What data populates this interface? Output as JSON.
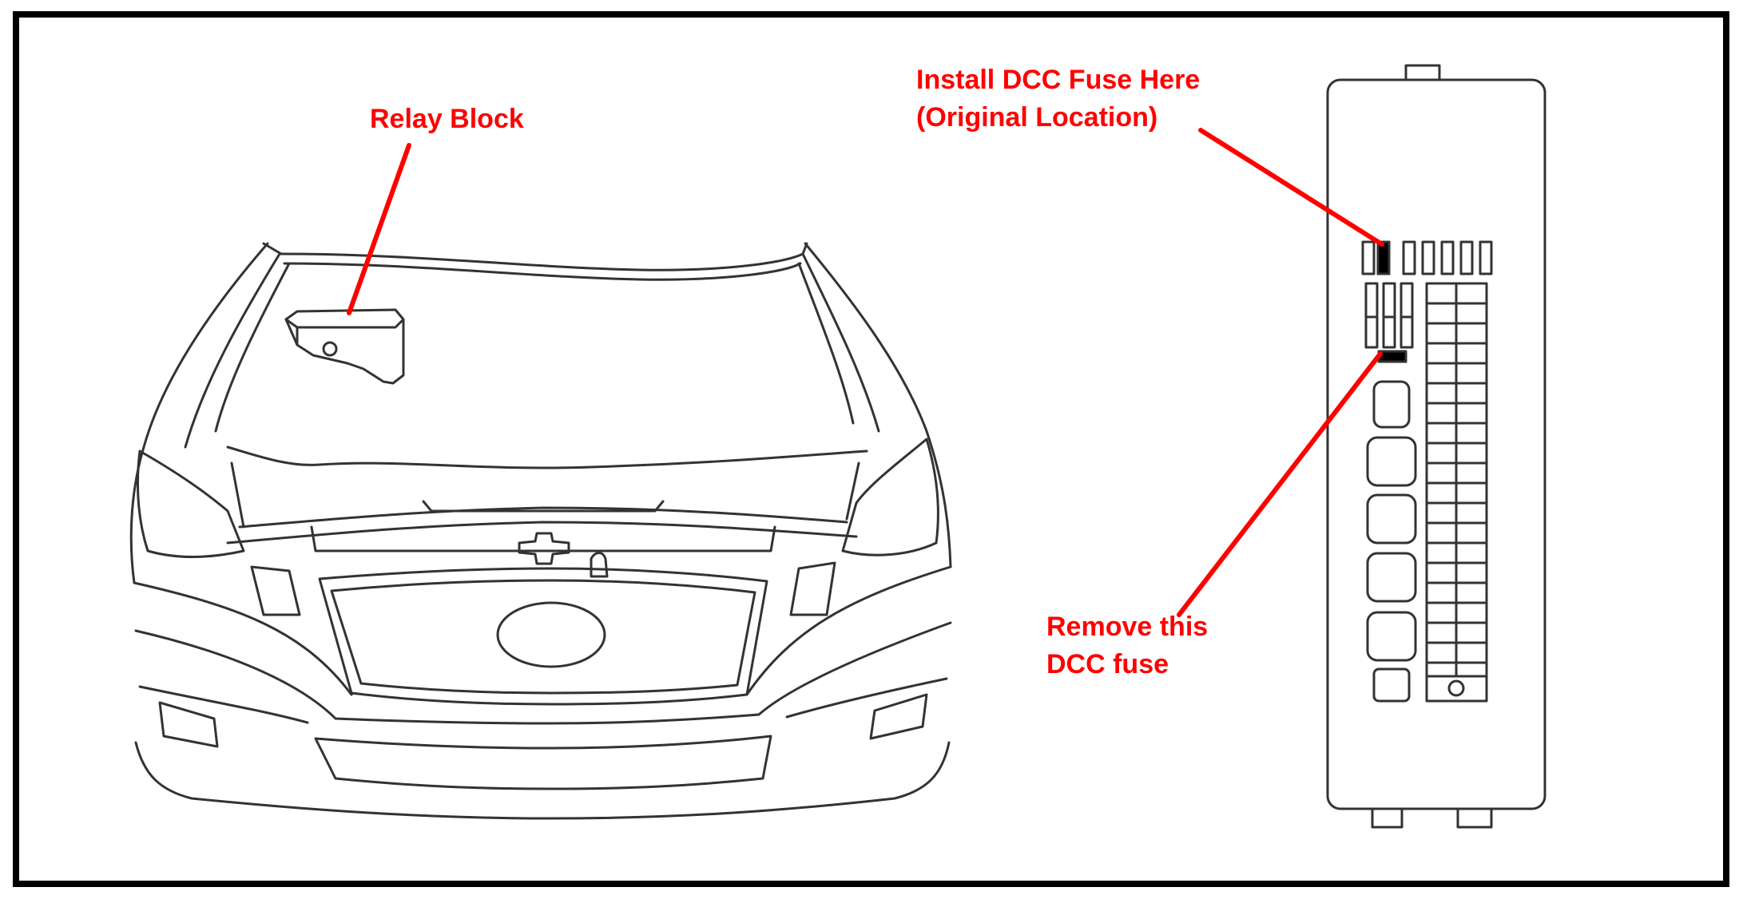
{
  "colors": {
    "frame": "#000000",
    "line_art": "#333333",
    "callout": "#ff0000"
  },
  "labels": {
    "relay_block": "Relay Block",
    "install_fuse": {
      "line1": "Install DCC Fuse Here",
      "line2": "(Original Location)"
    },
    "remove_fuse": {
      "line1": "Remove this",
      "line2": "DCC fuse"
    }
  }
}
